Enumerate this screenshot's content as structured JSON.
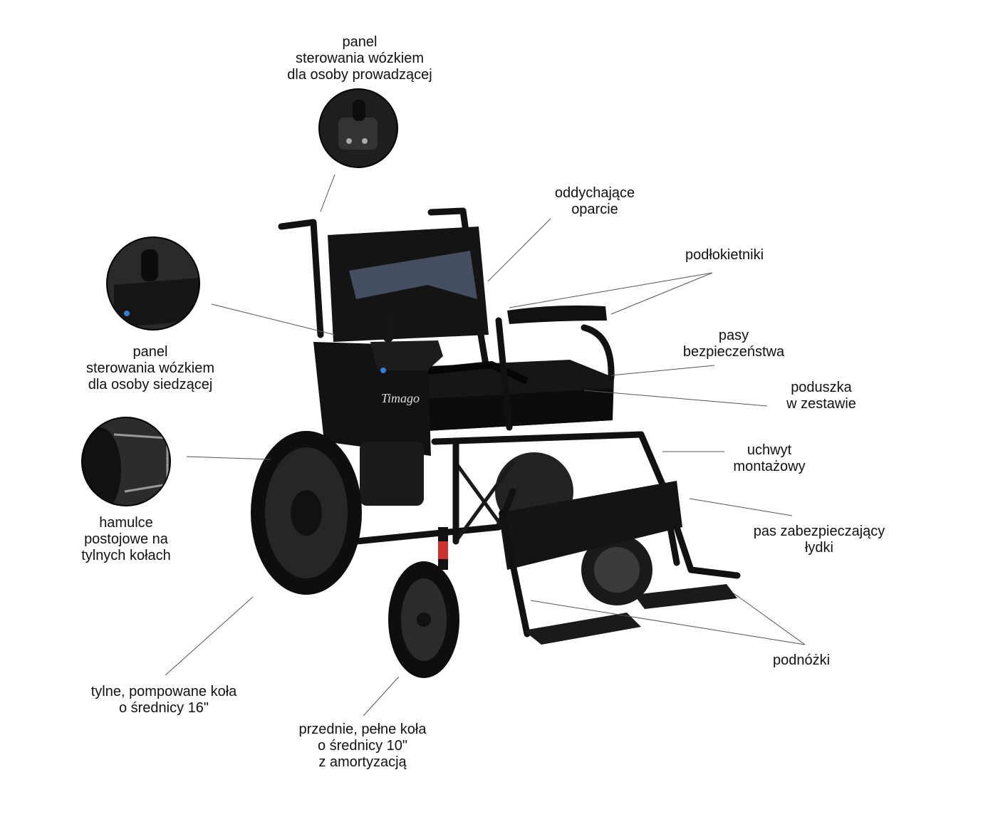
{
  "title": "Wózek inwalidzki elektryczny – elementy",
  "labels": {
    "attendant_panel": [
      "panel",
      "sterowania wózkiem",
      "dla osoby prowadzącej"
    ],
    "backrest": [
      "oddychające",
      "oparcie"
    ],
    "armrests": [
      "podłokietniki"
    ],
    "user_panel": [
      "panel",
      "sterowania wózkiem",
      "dla osoby siedzącej"
    ],
    "belts": [
      "pasy",
      "bezpieczeństwa"
    ],
    "cushion": [
      "poduszka",
      "w zestawie"
    ],
    "brakes": [
      "hamulce",
      "postojowe na",
      "tylnych kołach"
    ],
    "mount": [
      "uchwyt",
      "montażowy"
    ],
    "calf_strap": [
      "pas zabezpieczający",
      "łydki"
    ],
    "footrests": [
      "podnóżki"
    ],
    "rear_wheels": [
      "tylne, pompowane koła",
      "o średnicy 16\""
    ],
    "front_wheels": [
      "przednie, pełne koła",
      "o średnicy 10\"",
      "z amortyzacją"
    ]
  },
  "brand_logo": "Timago",
  "colors": {
    "frame": "#111111",
    "mesh": "#4a5468",
    "accent_spring": "#d0312d",
    "led": "#2f7fd8"
  }
}
